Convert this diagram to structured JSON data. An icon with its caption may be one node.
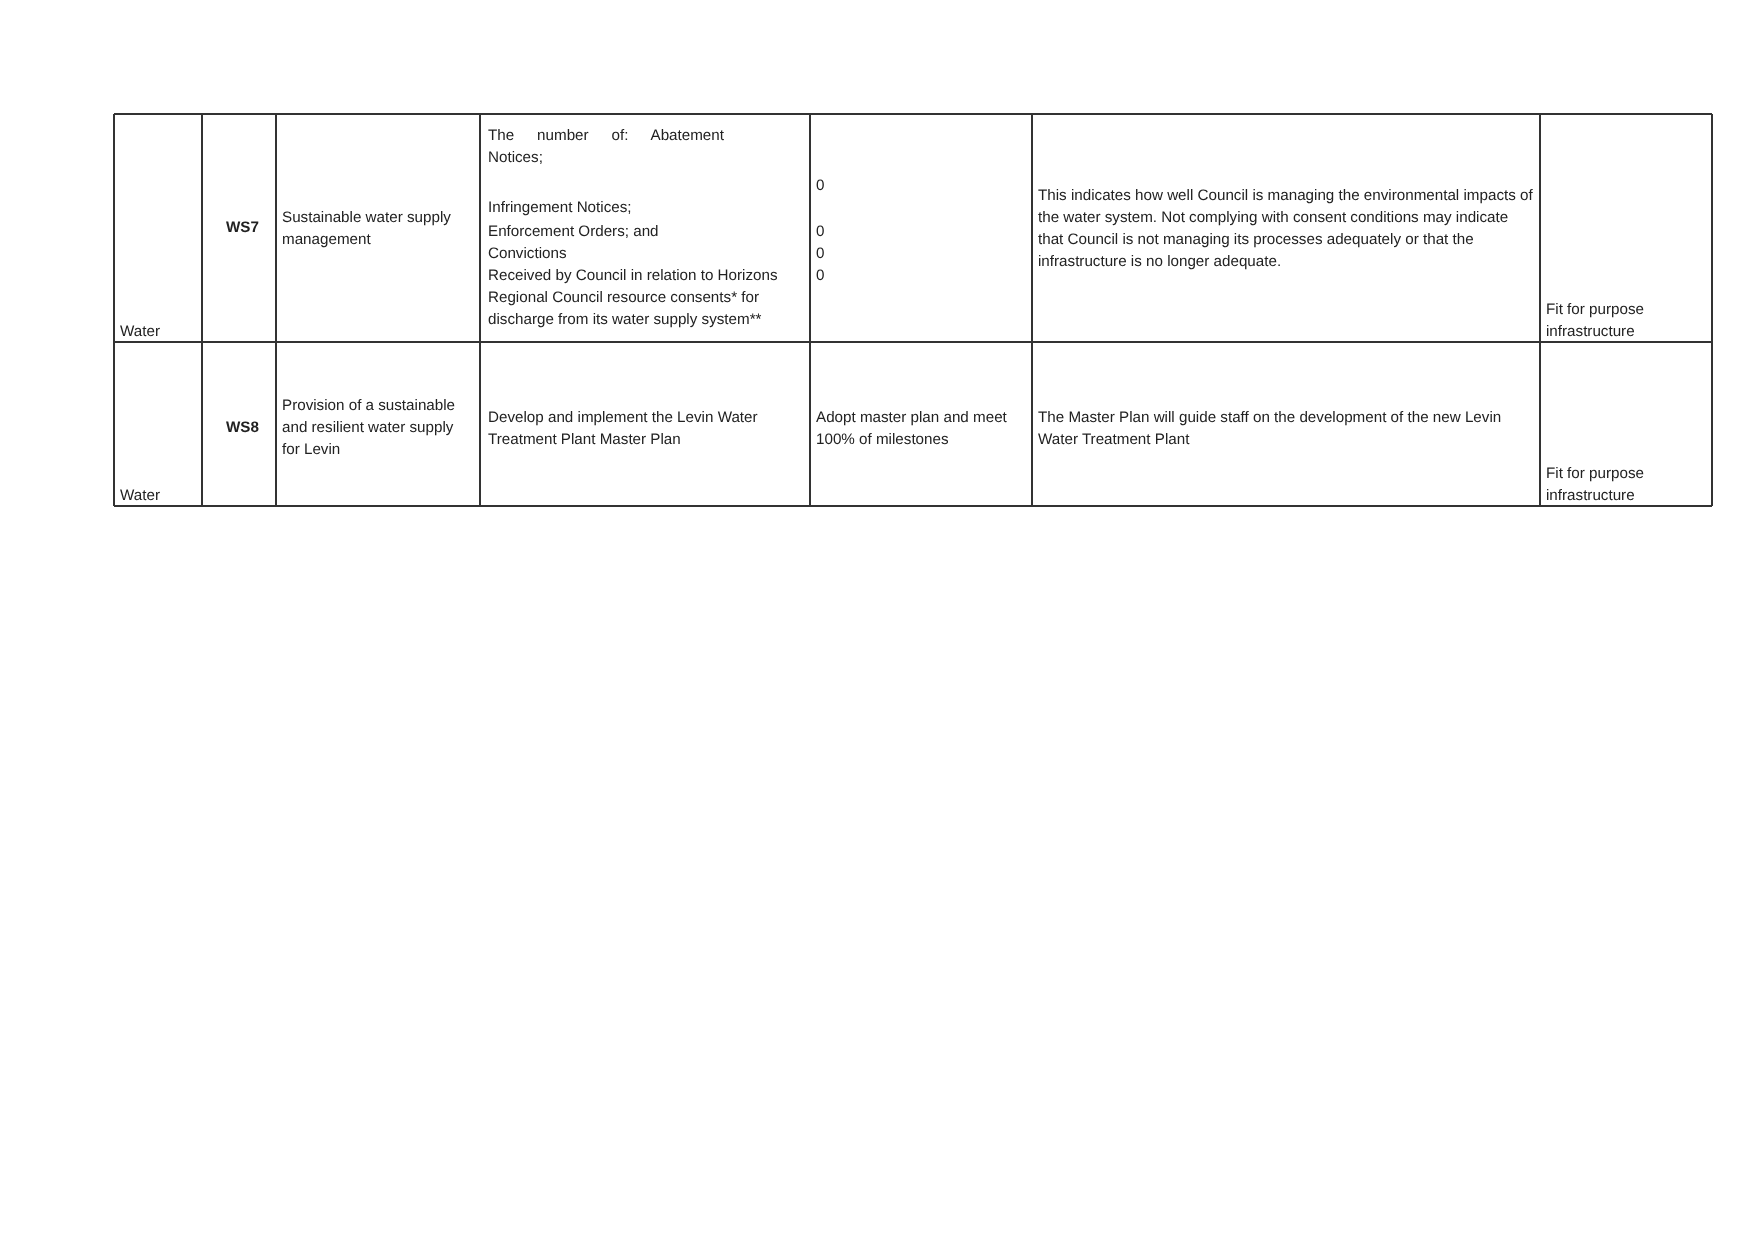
{
  "diagram": {
    "labels": [
      "Water",
      "WS7",
      "Sustainable water supply management",
      "The number of: Abatement Notices;",
      "Infringement Notices;",
      "Enforcement Orders; and",
      "Convictions",
      "Received by Council in relation to Horizons Regional Council resource consents* for discharge from its water supply system**",
      "0",
      "0",
      "0",
      "0",
      "This indicates how well Council is managing the environmental impacts of the water system. Not complying with consent conditions may indicate that Council is not managing its processes adequately or that the infrastructure is no longer adequate.",
      "Fit for purpose infrastructure",
      "Water",
      "WS8",
      "Provision of a sustainable and resilient water supply for Levin",
      "Develop and implement the Levin Water Treatment Plant Master Plan",
      "Adopt master plan and meet 100% of milestones",
      "The Master Plan will guide staff on the development of the new Levin Water Treatment Plant",
      "Fit for purpose infrastructure"
    ]
  }
}
